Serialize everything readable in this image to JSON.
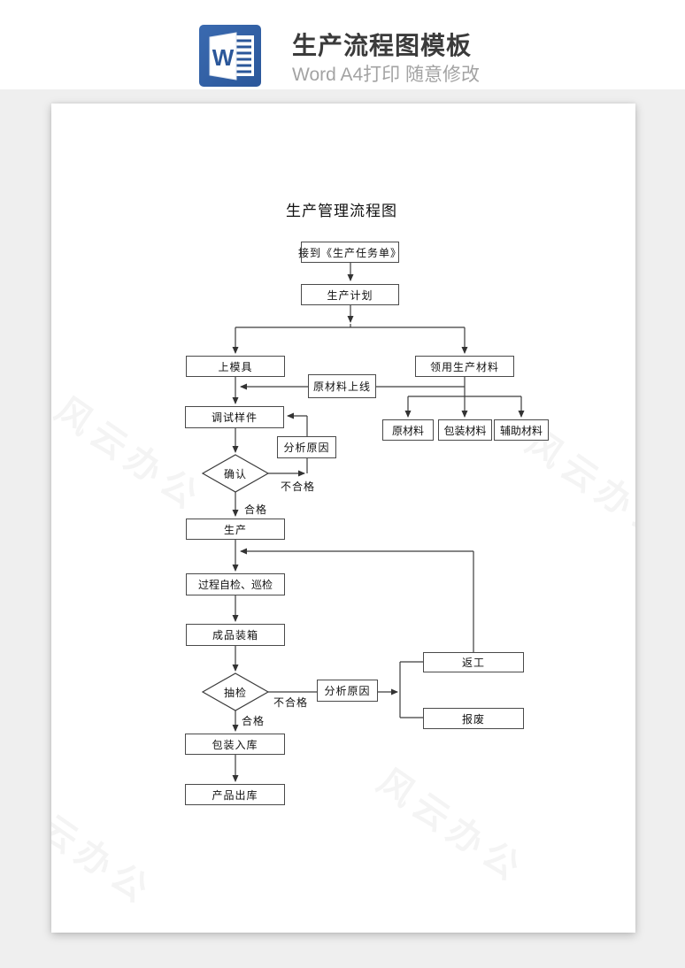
{
  "header": {
    "title": "生产流程图模板",
    "subtitle": "Word A4打印 随意修改",
    "icon": "word-icon",
    "icon_letter": "W",
    "title_color": "#3b3b3b",
    "subtitle_color": "#a3a3a3",
    "word_blue": "#2b579a"
  },
  "document": {
    "title": "生产管理流程图",
    "watermark": "风云办公",
    "page_background": "#ffffff",
    "canvas_background": "#efefef"
  },
  "flowchart": {
    "nodes": {
      "receive_order": "接到《生产任务单》",
      "production_plan": "生产计划",
      "mount_mold": "上模具",
      "receive_materials": "领用生产材料",
      "raw_material_online": "原材料上线",
      "debug_sample": "调试样件",
      "analyze_cause_1": "分析原因",
      "raw_material": "原材料",
      "packaging_material": "包装材料",
      "auxiliary_material": "辅助材料",
      "confirm": "确认",
      "production": "生产",
      "process_inspection": "过程自检、巡检",
      "finished_boxing": "成品装箱",
      "sampling_inspection": "抽检",
      "analyze_cause_2": "分析原因",
      "rework": "返工",
      "scrap": "报废",
      "packaging_warehouse": "包装入库",
      "product_outbound": "产品出库"
    },
    "labels": {
      "unqualified_1": "不合格",
      "qualified_1": "合格",
      "unqualified_2": "不合格",
      "qualified_2": "合格"
    },
    "edges": [
      {
        "from": "receive_order",
        "to": "production_plan"
      },
      {
        "from": "production_plan",
        "to": "mount_mold"
      },
      {
        "from": "production_plan",
        "to": "receive_materials"
      },
      {
        "from": "mount_mold",
        "to": "debug_sample"
      },
      {
        "from": "raw_material_online",
        "to": "debug_sample"
      },
      {
        "from": "receive_materials",
        "to": "raw_material_online"
      },
      {
        "from": "receive_materials",
        "to": "raw_material"
      },
      {
        "from": "receive_materials",
        "to": "packaging_material"
      },
      {
        "from": "receive_materials",
        "to": "auxiliary_material"
      },
      {
        "from": "debug_sample",
        "to": "confirm"
      },
      {
        "from": "confirm",
        "to": "analyze_cause_1",
        "label": "不合格"
      },
      {
        "from": "analyze_cause_1",
        "to": "debug_sample"
      },
      {
        "from": "confirm",
        "to": "production",
        "label": "合格"
      },
      {
        "from": "production",
        "to": "process_inspection"
      },
      {
        "from": "rework",
        "to": "production"
      },
      {
        "from": "process_inspection",
        "to": "finished_boxing"
      },
      {
        "from": "finished_boxing",
        "to": "sampling_inspection"
      },
      {
        "from": "sampling_inspection",
        "to": "analyze_cause_2",
        "label": "不合格"
      },
      {
        "from": "analyze_cause_2",
        "to": "rework"
      },
      {
        "from": "analyze_cause_2",
        "to": "scrap"
      },
      {
        "from": "sampling_inspection",
        "to": "packaging_warehouse",
        "label": "合格"
      },
      {
        "from": "packaging_warehouse",
        "to": "product_outbound"
      }
    ]
  }
}
